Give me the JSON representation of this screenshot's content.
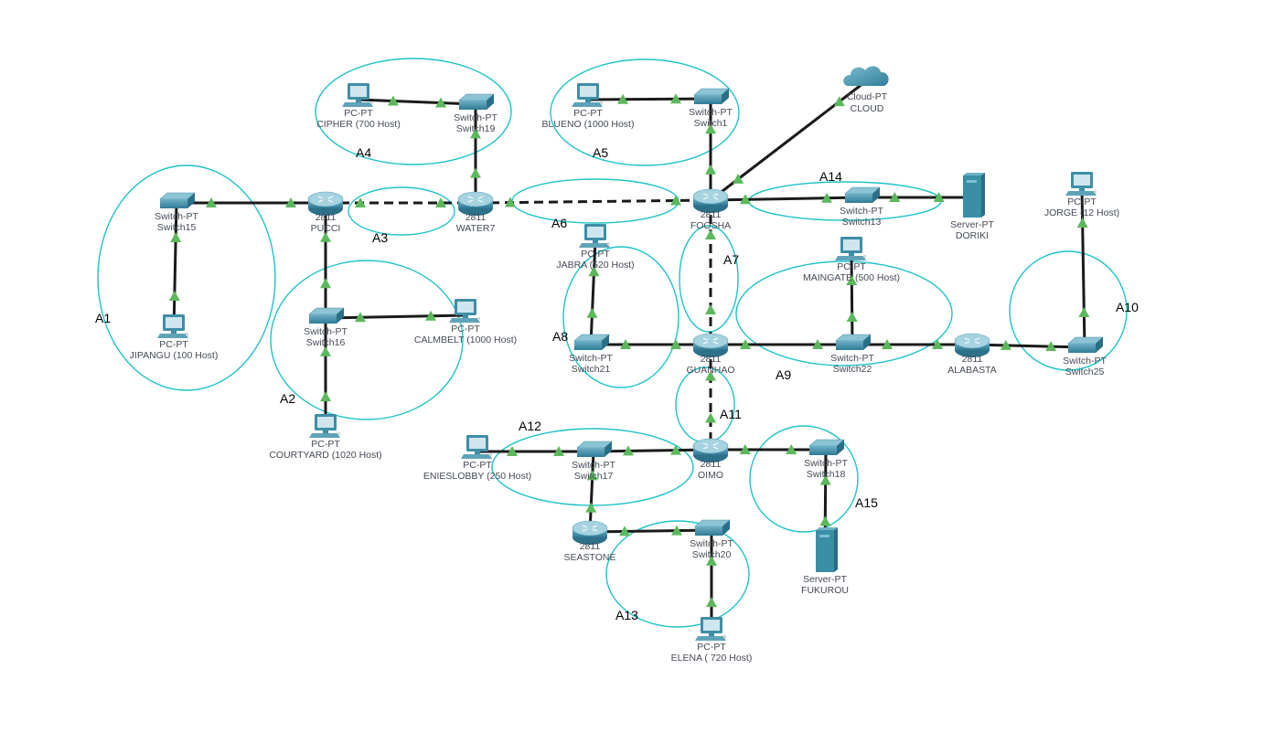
{
  "diagram": {
    "title": "Network Topology",
    "colors": {
      "link": "#1a1a1a",
      "link_status_up": "#5cb85c",
      "area_outline": "#1fc3c8",
      "device_body": "#3a8ea6",
      "label_text": "#444a55"
    },
    "devices": [
      {
        "id": "switch15",
        "type": "switch",
        "model": "Switch-PT",
        "name": "Switch15"
      },
      {
        "id": "jipangu",
        "type": "pc",
        "model": "PC-PT",
        "name": "JIPANGU (100 Host)"
      },
      {
        "id": "pucci",
        "type": "router",
        "model": "2811",
        "name": "PUCCI"
      },
      {
        "id": "switch16",
        "type": "switch",
        "model": "Switch-PT",
        "name": "Switch16"
      },
      {
        "id": "calmbelt",
        "type": "pc",
        "model": "PC-PT",
        "name": "CALMBELT (1000 Host)"
      },
      {
        "id": "courtyard",
        "type": "pc",
        "model": "PC-PT",
        "name": "COURTYARD (1020 Host)"
      },
      {
        "id": "cipher",
        "type": "pc",
        "model": "PC-PT",
        "name": "CIPHER (700 Host)"
      },
      {
        "id": "switch19",
        "type": "switch",
        "model": "Switch-PT",
        "name": "Switch19"
      },
      {
        "id": "water7",
        "type": "router",
        "model": "2811",
        "name": "WATER7"
      },
      {
        "id": "blueno",
        "type": "pc",
        "model": "PC-PT",
        "name": "BLUENO (1000 Host)"
      },
      {
        "id": "switch1",
        "type": "switch",
        "model": "Switch-PT",
        "name": "Switch1"
      },
      {
        "id": "cloud",
        "type": "cloud",
        "model": "Cloud-PT",
        "name": "CLOUD"
      },
      {
        "id": "foosha",
        "type": "router",
        "model": "2811",
        "name": "FOOSHA"
      },
      {
        "id": "switch13",
        "type": "switch",
        "model": "Switch-PT",
        "name": "Switch13"
      },
      {
        "id": "doriki",
        "type": "server",
        "model": "Server-PT",
        "name": "DORIKI"
      },
      {
        "id": "jorge",
        "type": "pc",
        "model": "PC-PT",
        "name": "JORGE (12 Host)"
      },
      {
        "id": "jabra",
        "type": "pc",
        "model": "PC-PT",
        "name": "JABRA (520 Host)"
      },
      {
        "id": "switch21",
        "type": "switch",
        "model": "Switch-PT",
        "name": "Switch21"
      },
      {
        "id": "guanhao",
        "type": "router",
        "model": "2811",
        "name": "GUANHAO"
      },
      {
        "id": "maingate",
        "type": "pc",
        "model": "PC-PT",
        "name": "MAINGATE (500 Host)"
      },
      {
        "id": "switch22",
        "type": "switch",
        "model": "Switch-PT",
        "name": "Switch22"
      },
      {
        "id": "alabasta",
        "type": "router",
        "model": "2811",
        "name": "ALABASTA"
      },
      {
        "id": "switch25",
        "type": "switch",
        "model": "Switch-PT",
        "name": "Switch25"
      },
      {
        "id": "enieslobby",
        "type": "pc",
        "model": "PC-PT",
        "name": "ENIESLOBBY (250 Host)"
      },
      {
        "id": "switch17",
        "type": "switch",
        "model": "Switch-PT",
        "name": "Switch17"
      },
      {
        "id": "oimo",
        "type": "router",
        "model": "2811",
        "name": "OIMO"
      },
      {
        "id": "switch18",
        "type": "switch",
        "model": "Switch-PT",
        "name": "Switch18"
      },
      {
        "id": "fukurou",
        "type": "server",
        "model": "Server-PT",
        "name": "FUKUROU"
      },
      {
        "id": "seastone",
        "type": "router",
        "model": "2811",
        "name": "SEASTONE"
      },
      {
        "id": "switch20",
        "type": "switch",
        "model": "Switch-PT",
        "name": "Switch20"
      },
      {
        "id": "elena",
        "type": "pc",
        "model": "PC-PT",
        "name": "ELENA ( 720 Host)"
      }
    ],
    "links": [
      {
        "from": "switch15",
        "to": "pucci",
        "style": "solid"
      },
      {
        "from": "jipangu",
        "to": "switch15",
        "style": "solid"
      },
      {
        "from": "pucci",
        "to": "water7",
        "style": "dashed"
      },
      {
        "from": "pucci",
        "to": "switch16",
        "style": "solid"
      },
      {
        "from": "switch16",
        "to": "calmbelt",
        "style": "solid"
      },
      {
        "from": "courtyard",
        "to": "switch16",
        "style": "solid"
      },
      {
        "from": "cipher",
        "to": "switch19",
        "style": "solid"
      },
      {
        "from": "water7",
        "to": "switch19",
        "style": "solid"
      },
      {
        "from": "water7",
        "to": "foosha",
        "style": "dashed"
      },
      {
        "from": "blueno",
        "to": "switch1",
        "style": "solid"
      },
      {
        "from": "foosha",
        "to": "switch1",
        "style": "solid"
      },
      {
        "from": "foosha",
        "to": "cloud",
        "style": "solid"
      },
      {
        "from": "foosha",
        "to": "switch13",
        "style": "solid"
      },
      {
        "from": "switch13",
        "to": "doriki",
        "style": "solid"
      },
      {
        "from": "foosha",
        "to": "guanhao",
        "style": "dashed"
      },
      {
        "from": "switch21",
        "to": "jabra",
        "style": "solid"
      },
      {
        "from": "switch21",
        "to": "guanhao",
        "style": "solid"
      },
      {
        "from": "guanhao",
        "to": "switch22",
        "style": "solid"
      },
      {
        "from": "switch22",
        "to": "maingate",
        "style": "solid"
      },
      {
        "from": "switch22",
        "to": "alabasta",
        "style": "solid"
      },
      {
        "from": "alabasta",
        "to": "switch25",
        "style": "solid"
      },
      {
        "from": "switch25",
        "to": "jorge",
        "style": "solid"
      },
      {
        "from": "guanhao",
        "to": "oimo",
        "style": "dashed"
      },
      {
        "from": "enieslobby",
        "to": "switch17",
        "style": "solid"
      },
      {
        "from": "switch17",
        "to": "oimo",
        "style": "solid"
      },
      {
        "from": "oimo",
        "to": "switch18",
        "style": "solid"
      },
      {
        "from": "fukurou",
        "to": "switch18",
        "style": "solid"
      },
      {
        "from": "seastone",
        "to": "switch17",
        "style": "solid"
      },
      {
        "from": "seastone",
        "to": "switch20",
        "style": "solid"
      },
      {
        "from": "elena",
        "to": "switch20",
        "style": "solid"
      }
    ],
    "areas": [
      {
        "label": "A1"
      },
      {
        "label": "A2"
      },
      {
        "label": "A3"
      },
      {
        "label": "A4"
      },
      {
        "label": "A5"
      },
      {
        "label": "A6"
      },
      {
        "label": "A7"
      },
      {
        "label": "A8"
      },
      {
        "label": "A9"
      },
      {
        "label": "A10"
      },
      {
        "label": "A11"
      },
      {
        "label": "A12"
      },
      {
        "label": "A13"
      },
      {
        "label": "A14"
      },
      {
        "label": "A15"
      }
    ]
  }
}
